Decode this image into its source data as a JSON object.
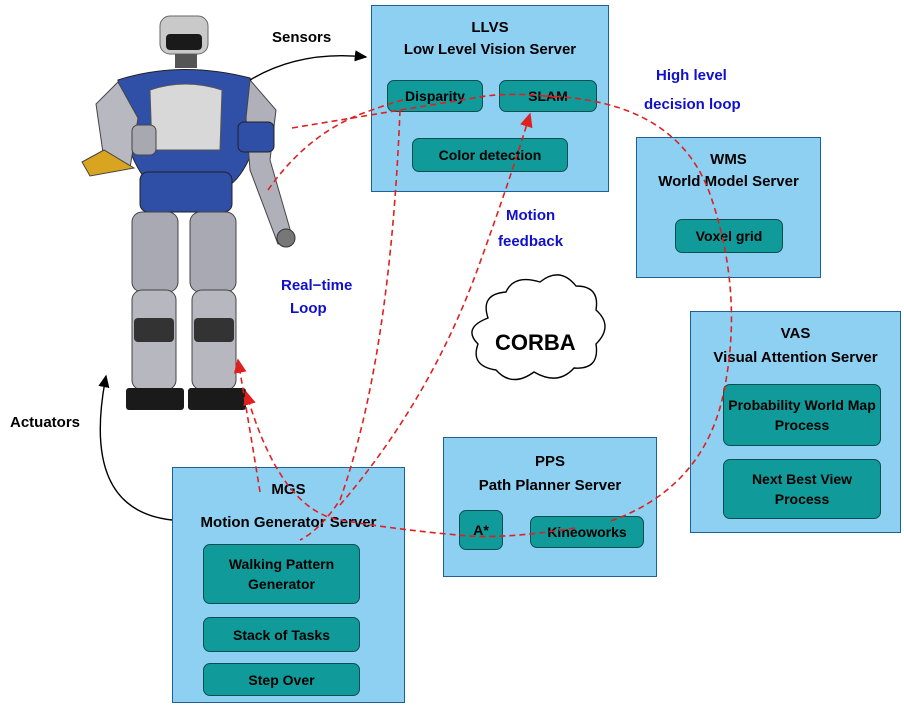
{
  "servers": {
    "llvs": {
      "title1": "LLVS",
      "title2": "Low Level Vision Server",
      "modules": [
        "Disparity",
        "SLAM",
        "Color detection"
      ]
    },
    "wms": {
      "title1": "WMS",
      "title2": "World Model Server",
      "modules": [
        "Voxel grid"
      ]
    },
    "vas": {
      "title1": "VAS",
      "title2": "Visual Attention Server",
      "modules": [
        "Probability World Map Process",
        "Next Best View Process"
      ]
    },
    "pps": {
      "title1": "PPS",
      "title2": "Path Planner Server",
      "modules": [
        "A*",
        "Kineoworks"
      ]
    },
    "mgs": {
      "title1": "MGS",
      "title2": "Motion Generator Server",
      "modules": [
        "Walking Pattern Generator",
        "Stack of Tasks",
        "Step Over"
      ]
    }
  },
  "labels": {
    "sensors": "Sensors",
    "actuators": "Actuators",
    "high_level_1": "High level",
    "high_level_2": "decision loop",
    "motion_feedback_1": "Motion",
    "motion_feedback_2": "feedback",
    "realtime_1": "Real−time",
    "realtime_2": "Loop",
    "corba": "CORBA"
  },
  "colors": {
    "server_fill": "#8ed0f2",
    "module_fill": "#109a9a",
    "loop_line": "#e02020",
    "loop_label": "#1010cc"
  }
}
